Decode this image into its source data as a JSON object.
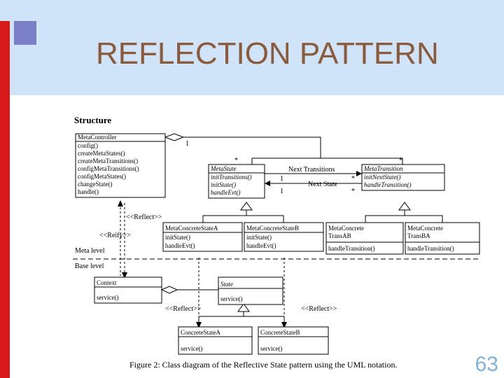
{
  "slide": {
    "title": "REFLECTION PATTERN",
    "page_number": "63"
  },
  "diagram": {
    "heading": "Structure",
    "caption": "Figure 2: Class diagram of the Reflective State pattern using the UML notation.",
    "classes": [
      {
        "id": "meta-controller",
        "name": "MetaController",
        "italic": false,
        "methods": [
          "config()",
          "createMetaStates()",
          "createMetaTransitions()",
          "configMetaTransitions()",
          "configMetaStates()",
          "changeState()",
          "handle()"
        ]
      },
      {
        "id": "meta-state",
        "name": "MetaState",
        "italic": true,
        "methods": [
          "initTransitions()",
          "initState()",
          "handleEvt()"
        ]
      },
      {
        "id": "meta-transition",
        "name": "MetaTransition",
        "italic": true,
        "methods": [
          "initNextState()",
          "handleTransition()"
        ]
      },
      {
        "id": "meta-concrete-state-a",
        "name": "MetaConcreteStateA",
        "italic": false,
        "methods": [
          "initState()",
          "handleEvt()"
        ]
      },
      {
        "id": "meta-concrete-state-b",
        "name": "MetaConcreteStateB",
        "italic": false,
        "methods": [
          "initState()",
          "handleEvt()"
        ]
      },
      {
        "id": "meta-concrete-trans-ab",
        "name": "MetaConcrete TransAB",
        "italic": false,
        "methods": [
          "handleTransition()"
        ]
      },
      {
        "id": "meta-concrete-trans-ba",
        "name": "MetaConcrete TransBA",
        "italic": false,
        "methods": [
          "handleTransition()"
        ]
      },
      {
        "id": "context",
        "name": "Context",
        "italic": false,
        "methods": [
          "service()"
        ]
      },
      {
        "id": "state",
        "name": "State",
        "italic": true,
        "methods": [
          "service()"
        ]
      },
      {
        "id": "concrete-state-a",
        "name": "ConcreteStateA",
        "italic": false,
        "methods": [
          "service()"
        ]
      },
      {
        "id": "concrete-state-b",
        "name": "ConcreteStateB",
        "italic": false,
        "methods": [
          "service()"
        ]
      }
    ],
    "labels": {
      "reflect_top": "<<Reflect>>",
      "reify": "<<Reify>>",
      "reflect_left": "<<Reflect>>",
      "reflect_right": "<<Reflect>>",
      "next_transitions": "Next Transitions",
      "next_state": "Next State",
      "meta_level": "Meta level",
      "base_level": "Base level",
      "multiplicity_one": "1",
      "multiplicity_many": "*"
    }
  }
}
